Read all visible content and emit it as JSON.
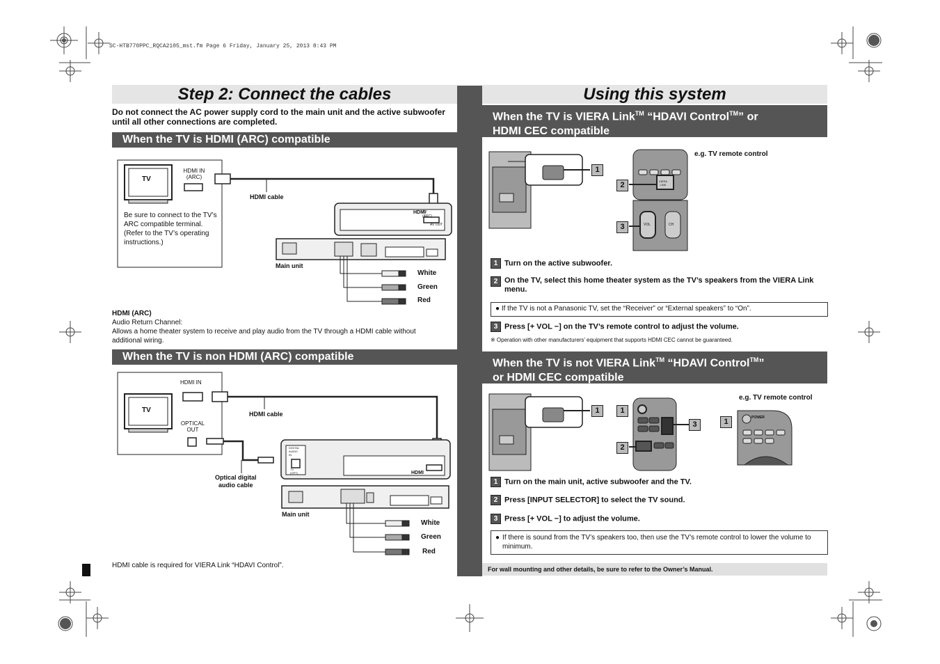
{
  "header": {
    "file_line": "SC-HTB770PPC_RQCA2105_mst.fm  Page 6  Friday, January 25, 2013  8:43 PM"
  },
  "left": {
    "title": "Step 2: Connect the cables",
    "warning": "Do not connect the AC power supply cord to the main unit and the active subwoofer until all other connections are completed.",
    "section1": {
      "heading": "When the TV is HDMI (ARC) compatible",
      "tv_label": "TV",
      "hdmi_in_label": "HDMI IN\n(ARC)",
      "note": "Be sure to connect to the TV’s ARC compatible terminal. (Refer to the TV’s operating instructions.)",
      "hdmi_cable_label": "HDMI cable",
      "main_unit_label": "Main unit",
      "colors": [
        "White",
        "Green",
        "Red"
      ]
    },
    "arc_info": {
      "title": "HDMI (ARC)",
      "line1": "Audio Return Channel:",
      "line2": "Allows a home theater system to receive and play audio from the TV through a HDMI cable without additional wiring."
    },
    "section2": {
      "heading": "When the TV is non HDMI (ARC) compatible",
      "tv_label": "TV",
      "hdmi_in_label": "HDMI IN",
      "optical_out_label": "OPTICAL\nOUT",
      "hdmi_cable_label": "HDMI cable",
      "optical_cable_label": "Optical digital\naudio cable",
      "main_unit_label": "Main unit",
      "colors": [
        "White",
        "Green",
        "Red"
      ]
    },
    "footer_note": "HDMI cable is required for VIERA Link “HDAVI Control”."
  },
  "right": {
    "title": "Using this system",
    "section1": {
      "heading_line1": "When the TV is VIERA Link",
      "heading_tm1": "TM",
      "heading_mid": " “HDAVI Control",
      "heading_tm2": "TM",
      "heading_end": "” or",
      "heading_line2": "HDMI CEC compatible",
      "remote_label": "e.g. TV remote control",
      "steps": [
        "Turn on the active subwoofer.",
        "On the TV, select this home theater system as the TV’s speakers from the VIERA Link menu.",
        "Press [+ VOL −] on the TV’s remote control to adjust the volume."
      ],
      "box_note": "If the TV is not a Panasonic TV, set the “Receiver” or “External speakers” to “On”.",
      "disclaimer": "※ Operation with other manufacturers’ equipment that supports HDMI CEC cannot be guaranteed."
    },
    "section2": {
      "heading_line1": "When the TV is not VIERA Link",
      "heading_tm1": "TM",
      "heading_mid": " “HDAVI Control",
      "heading_tm2": "TM",
      "heading_end": "”",
      "heading_line2": "or HDMI CEC compatible",
      "remote_label": "e.g. TV remote control",
      "power_label": "POWER",
      "steps": [
        "Turn on the main unit, active subwoofer and the TV.",
        "Press [INPUT SELECTOR] to select the TV sound.",
        "Press [+ VOL −] to adjust the volume."
      ],
      "box_note": "If there is sound from the TV’s speakers too, then use the TV’s remote control to lower the volume to minimum."
    },
    "footer_note": "For wall mounting and other details, be sure to refer to the Owner’s Manual."
  },
  "step_numbers": [
    "1",
    "2",
    "3"
  ],
  "brand_mark": "HDMI",
  "port_labels": {
    "av_out": "AV OUT",
    "tv_arc": "TV\n(ARC)",
    "digital_audio_in": "DIGITAL\nAUDIO\nIN",
    "tv_opt": "TV\n(OPT)"
  },
  "vol_label": "VOL",
  "ch_label": "CH",
  "viera_label": "VIERA\nLINK"
}
